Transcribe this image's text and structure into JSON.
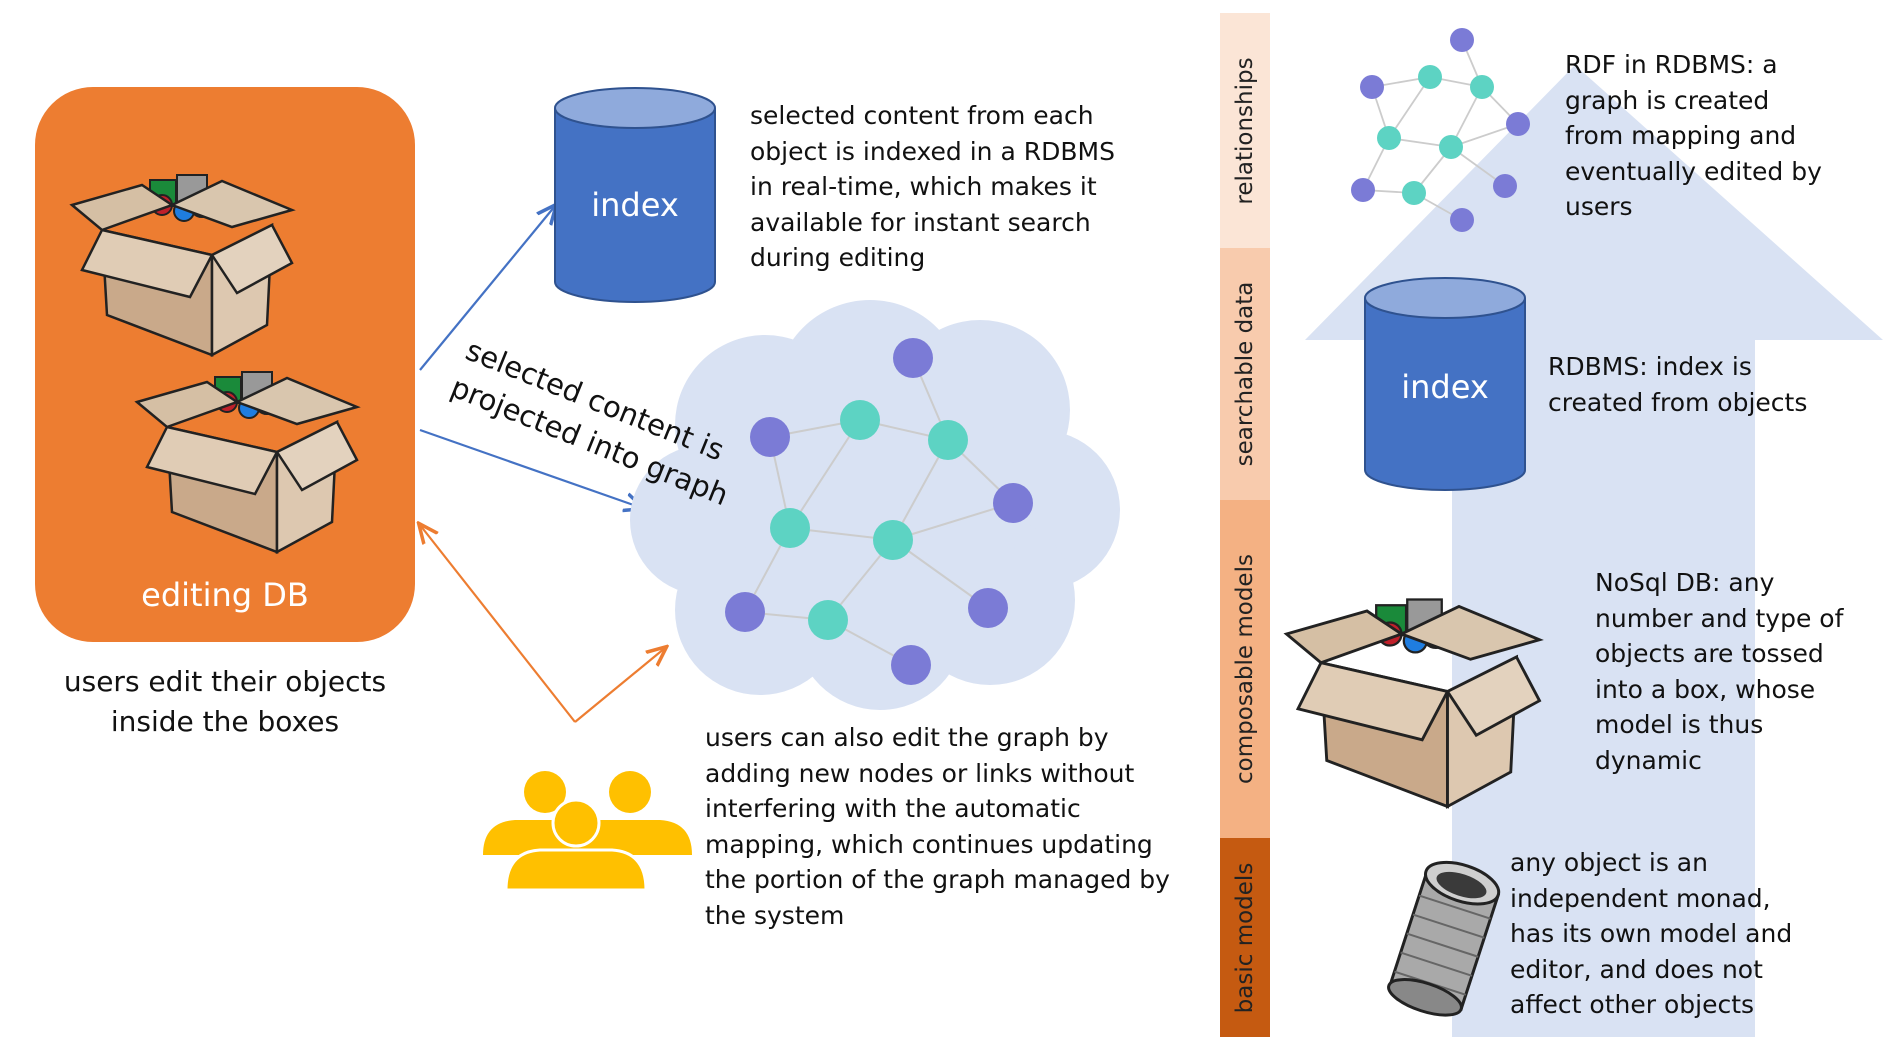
{
  "left": {
    "editing_db_label": "editing DB",
    "editing_caption": "users edit their objects\ninside the boxes",
    "index_label": "index",
    "index_note": "selected content from each\nobject is indexed in a RDBMS\nin real-time, which makes it\navailable for instant search\nduring editing",
    "projection_label": "selected content is\nprojected into graph",
    "users_note": "users can also edit the graph by\nadding new nodes or links without\ninterfering with the automatic\nmapping, which continues updating\nthe portion of the graph managed by\nthe system"
  },
  "layers": [
    {
      "label": "relationships",
      "color": "#FBE5D6"
    },
    {
      "label": "searchable data",
      "color": "#F8CBAD"
    },
    {
      "label": "composable models",
      "color": "#F4B183"
    },
    {
      "label": "basic models",
      "color": "#C55A11"
    }
  ],
  "right": {
    "rdf_note": "RDF in RDBMS: a\ngraph is created\nfrom mapping and\neventually edited by\nusers",
    "index_label": "index",
    "rdbms_note": "RDBMS: index is\ncreated from objects",
    "nosql_note": "NoSql DB: any\nnumber and type of\nobjects are tossed\ninto a box, whose\nmodel is thus\ndynamic",
    "monad_note": "any object is an\nindependent monad,\nhas its own model and\neditor, and does not\naffect other objects"
  },
  "colors": {
    "orange": "#ED7D31",
    "index_blue": "#4472C4",
    "cloud": "#D9E2F3",
    "node_teal": "#5DD3C3",
    "node_purple": "#7B7BD6",
    "users_gold": "#FFC000",
    "arrow_blue": "#4472C4",
    "arrow_orange": "#ED7D31"
  },
  "icons": [
    "box-icon",
    "box-icon",
    "database-icon",
    "graph-cloud-icon",
    "users-icon",
    "database-icon",
    "graph-icon",
    "box-icon",
    "can-icon",
    "up-arrow-icon"
  ]
}
